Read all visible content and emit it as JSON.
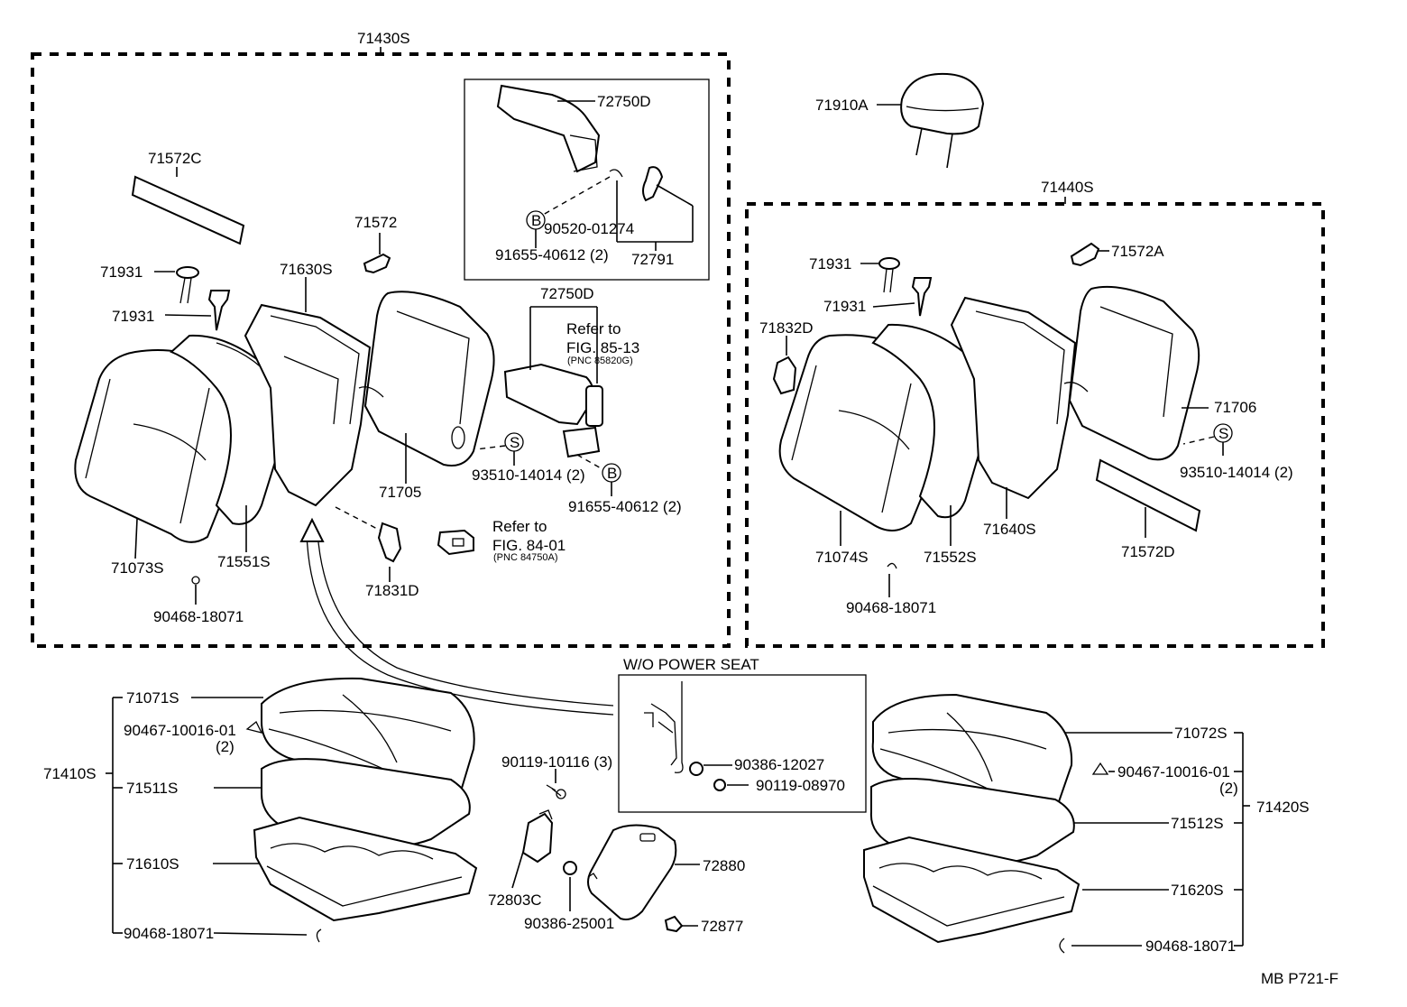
{
  "footer_code": "MB P721-F",
  "groups": {
    "front_back_assy": "71430S",
    "rear_back_assy": "71440S",
    "cushion_left_assy": "71410S",
    "cushion_right_assy": "71420S",
    "wo_power_seat": "W/O POWER SEAT"
  },
  "parts": {
    "p72750D_a": "72750D",
    "p72750D_b": "72750D",
    "p71572C": "71572C",
    "p71572": "71572",
    "p71931_a": "71931",
    "p71931_b": "71931",
    "p71630S": "71630S",
    "p90520": "90520-01274",
    "p91655_a": "91655-40612 (2)",
    "p72791": "72791",
    "p71705": "71705",
    "p93510_a": "93510-14014 (2)",
    "p91655_b": "91655-40612 (2)",
    "p71073S": "71073S",
    "p71551S": "71551S",
    "p90468_a": "90468-18071",
    "p71831D": "71831D",
    "p71910A": "71910A",
    "p71931_c": "71931",
    "p71931_d": "71931",
    "p71572A": "71572A",
    "p71832D": "71832D",
    "p71706": "71706",
    "p93510_b": "93510-14014 (2)",
    "p71074S": "71074S",
    "p71552S": "71552S",
    "p71640S": "71640S",
    "p71572D": "71572D",
    "p90468_b": "90468-18071",
    "p71071S": "71071S",
    "p90467_a": "90467-10016-01",
    "p90467_a_qty": "(2)",
    "p71511S": "71511S",
    "p71610S": "71610S",
    "p90468_c": "90468-18071",
    "p90119_a": "90119-10116 (3)",
    "p72803C": "72803C",
    "p90386_a": "90386-25001",
    "p72880": "72880",
    "p72877": "72877",
    "p90386_b": "90386-12027",
    "p90119_b": "90119-08970",
    "p71072S": "71072S",
    "p90467_b": "90467-10016-01",
    "p90467_b_qty": "(2)",
    "p71512S": "71512S",
    "p71620S": "71620S",
    "p90468_d": "90468-18071"
  },
  "refs": {
    "ref1_title": "Refer to",
    "ref1_fig": "FIG. 85-13",
    "ref1_pnc": "(PNC 85820G)",
    "ref2_title": "Refer to",
    "ref2_fig": "FIG. 84-01",
    "ref2_pnc": "(PNC 84750A)"
  },
  "callouts": {
    "b1": "B",
    "b2": "B",
    "s1": "S",
    "s2": "S"
  }
}
